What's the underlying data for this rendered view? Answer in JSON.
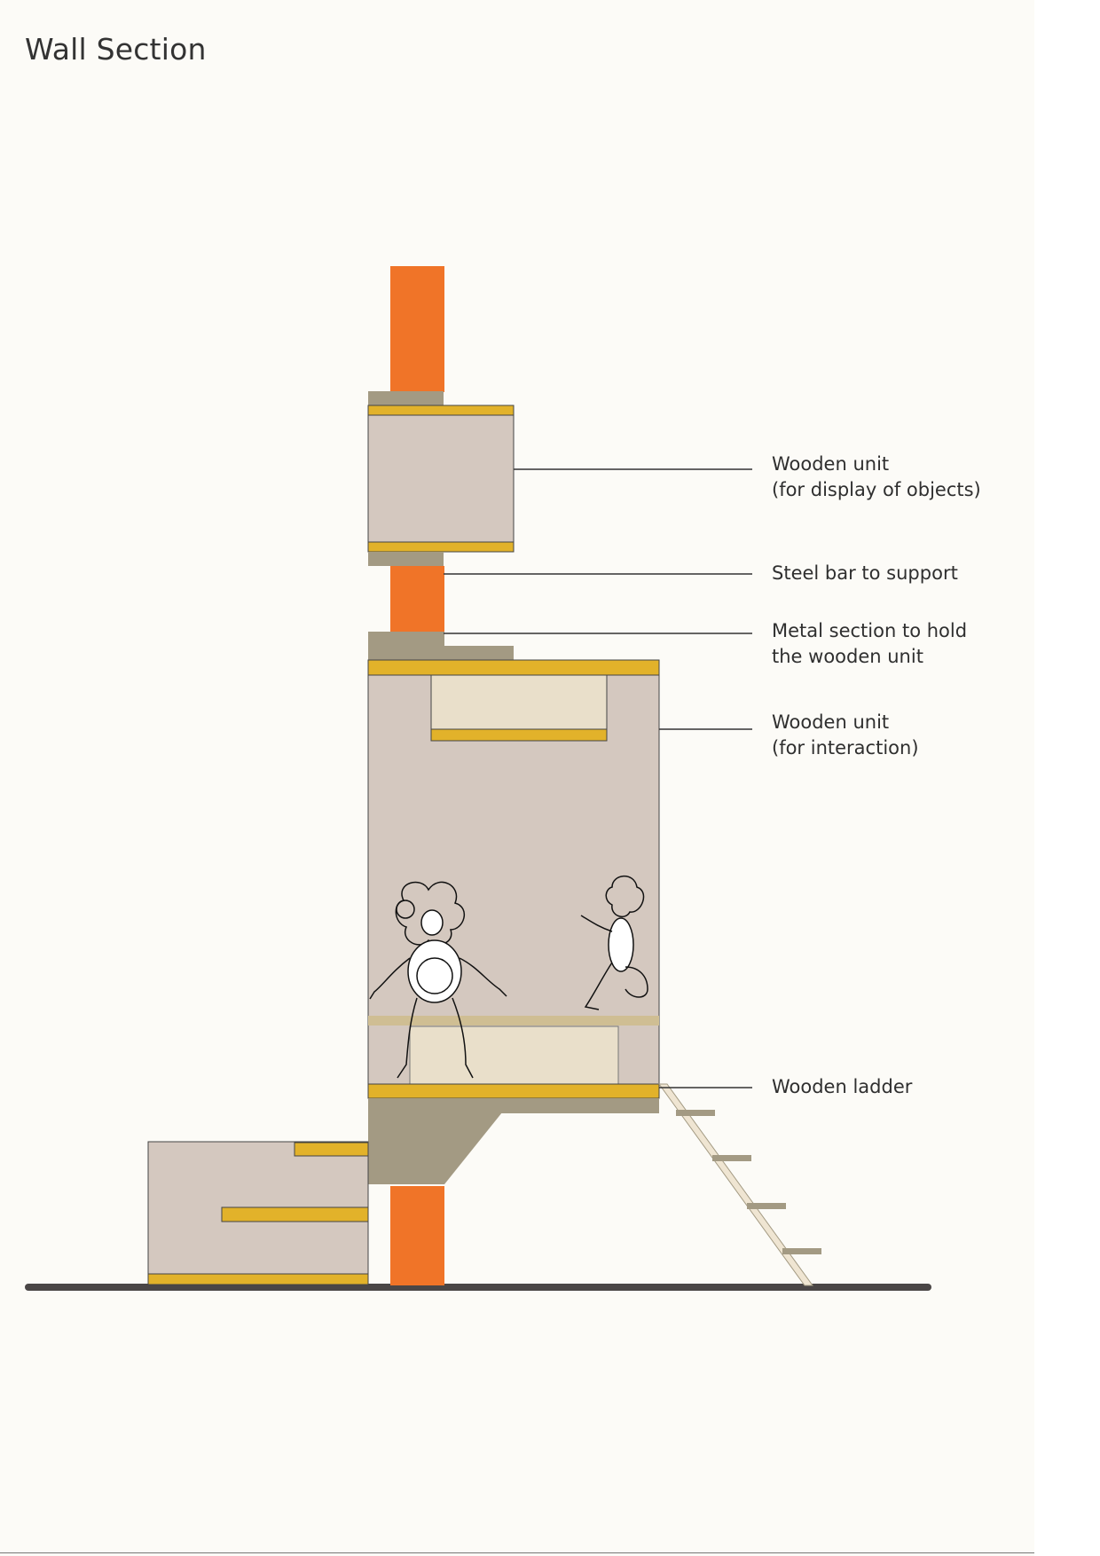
{
  "title": "Wall Section",
  "labels": {
    "display_unit": [
      "Wooden unit",
      "(for display of objects)"
    ],
    "steel_bar": [
      "Steel bar to support"
    ],
    "metal_section": [
      "Metal section to hold",
      "the wooden unit"
    ],
    "interaction_unit": [
      "Wooden unit",
      "(for interaction)"
    ],
    "ladder": [
      "Wooden ladder"
    ]
  },
  "colors": {
    "wall": "#f07428",
    "wood": "#d4c8bf",
    "wood_light": "#e9dfca",
    "yellow_trim": "#e2b22a",
    "metal": "#a39a83",
    "ground": "#4a4646",
    "leader": "#333333"
  }
}
